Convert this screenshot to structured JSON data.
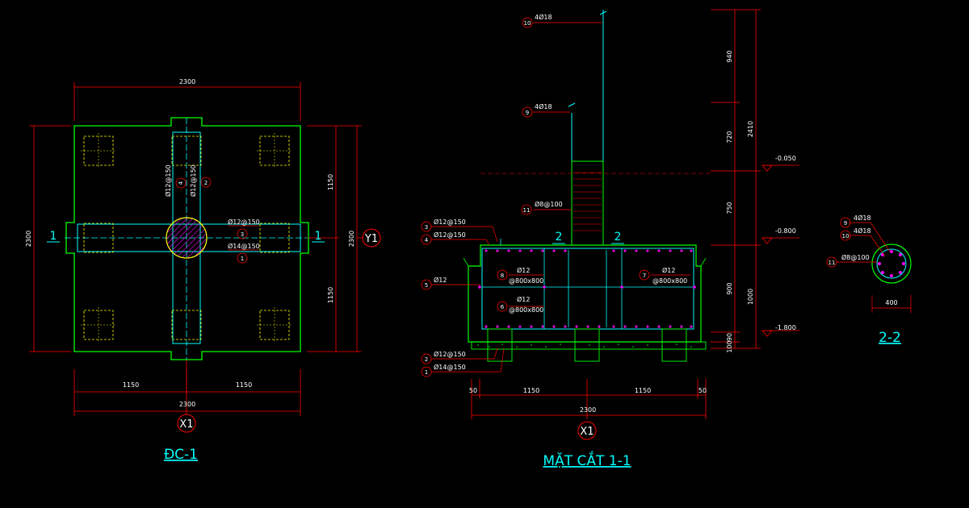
{
  "colors": {
    "background": "#000000",
    "concrete": "#00ff00",
    "rebar": "#00ffff",
    "dimension": "#ff0000",
    "pile": "#ffff00",
    "hatch": "#ff00ff",
    "text": "#ffffff",
    "title": "#00ffff"
  },
  "plan": {
    "title": "ĐC-1",
    "dim_top": "2300",
    "dim_left": "2300",
    "dim_right_total": "2300",
    "dim_right_top": "1150",
    "dim_right_bottom": "1150",
    "dim_bottom_left": "1150",
    "dim_bottom_right": "1150",
    "dim_bottom_total": "2300",
    "axis_x": "X1",
    "axis_y": "Y1",
    "section_left": "1",
    "section_right": "1",
    "rebar_v_left": "Ø12@150",
    "rebar_v_right": "Ø12@150",
    "tag_v_left": "4",
    "tag_v_right": "2",
    "rebar_h_top": "Ø12@150",
    "rebar_h_bottom": "Ø14@150",
    "tag_h_top": "3",
    "tag_h_bottom": "1"
  },
  "section": {
    "title": "MẶT CẮT 1-1",
    "axis_x": "X1",
    "cut_left": "2",
    "cut_right": "2",
    "rebars": [
      {
        "tag": "10",
        "label": "4Ø18"
      },
      {
        "tag": "9",
        "label": "4Ø18"
      },
      {
        "tag": "11",
        "label": "Ø8@100"
      },
      {
        "tag": "3",
        "label": "Ø12@150"
      },
      {
        "tag": "4",
        "label": "Ø12@150"
      },
      {
        "tag": "5",
        "label": "Ø12"
      },
      {
        "tag": "8",
        "label": "Ø12",
        "sub": "@800x800"
      },
      {
        "tag": "6",
        "label": "Ø12",
        "sub": "@800x800"
      },
      {
        "tag": "7",
        "label": "Ø12",
        "sub": "@800x800"
      },
      {
        "tag": "2",
        "label": "Ø12@150"
      },
      {
        "tag": "1",
        "label": "Ø14@150"
      }
    ],
    "dim_bottom": [
      "50",
      "1150",
      "1150",
      "50"
    ],
    "dim_total": "2300",
    "dim_right_segments": [
      "940",
      "720",
      "750",
      "900",
      "90",
      "100"
    ],
    "dim_right_totals": [
      "2410",
      "1000"
    ],
    "levels": [
      "-0.050",
      "-0.800",
      "-1.800"
    ]
  },
  "detail": {
    "title": "2-2",
    "dim": "400",
    "rebars": [
      {
        "tag": "9",
        "label": "4Ø18"
      },
      {
        "tag": "10",
        "label": "4Ø18"
      },
      {
        "tag": "11",
        "label": "Ø8@100"
      }
    ]
  }
}
